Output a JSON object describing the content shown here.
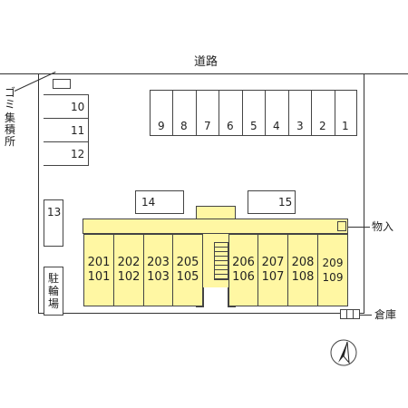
{
  "road": {
    "label": "道路"
  },
  "garbage": {
    "label": [
      "ゴ",
      "ミ",
      "集",
      "積",
      "所"
    ]
  },
  "parking_right": [
    "9",
    "8",
    "7",
    "6",
    "5",
    "4",
    "3",
    "2",
    "1"
  ],
  "parking_left": [
    "10",
    "11",
    "12"
  ],
  "parking_13": "13",
  "parking_14": "14",
  "parking_15": "15",
  "bicycle": {
    "label": [
      "駐",
      "輪",
      "場"
    ]
  },
  "units": [
    {
      "upper": "201",
      "lower": "101"
    },
    {
      "upper": "202",
      "lower": "102"
    },
    {
      "upper": "203",
      "lower": "103"
    },
    {
      "upper": "205",
      "lower": "105"
    },
    {
      "upper": "206",
      "lower": "106"
    },
    {
      "upper": "207",
      "lower": "107"
    },
    {
      "upper": "208",
      "lower": "108"
    },
    {
      "upper": "209",
      "lower": "109"
    }
  ],
  "storage": {
    "label": "物入"
  },
  "warehouse": {
    "label": "倉庫"
  },
  "colors": {
    "building": "#fff7a3",
    "corridor": "#fff7a3",
    "lines": "#333333"
  },
  "compass": {
    "icon": "north-arrow-icon"
  }
}
